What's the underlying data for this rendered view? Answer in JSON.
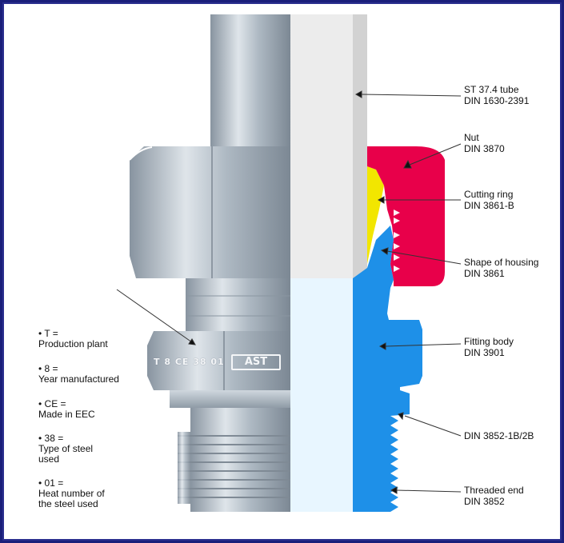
{
  "labels": {
    "tube": {
      "line1": "ST 37.4 tube",
      "line2": "DIN 1630-2391"
    },
    "nut": {
      "line1": "Nut",
      "line2": "DIN 3870"
    },
    "ring": {
      "line1": "Cutting ring",
      "line2": "DIN 3861-B"
    },
    "housing": {
      "line1": "Shape of housing",
      "line2": "DIN 3861"
    },
    "body": {
      "line1": "Fitting body",
      "line2": "DIN 3901"
    },
    "din3852": {
      "line1": "DIN 3852-1B/2B"
    },
    "threaded": {
      "line1": "Threaded end",
      "line2": "DIN 3852"
    }
  },
  "legend": [
    {
      "code": "• T =",
      "desc": [
        "Production plant"
      ]
    },
    {
      "code": "• 8 =",
      "desc": [
        "Year manufactured"
      ]
    },
    {
      "code": "• CE =",
      "desc": [
        "Made in EEC"
      ]
    },
    {
      "code": "• 38 =",
      "desc": [
        "Type of steel",
        "used"
      ]
    },
    {
      "code": "• 01 =",
      "desc": [
        "Heat number of",
        "the steel used"
      ]
    }
  ],
  "marking": {
    "stamp": "T 8 CE 38 01",
    "logo": "AST"
  },
  "colors": {
    "nut": "#e8004a",
    "cutting_ring": "#f2e600",
    "fitting_body": "#1e90e8",
    "tube": "#ececec",
    "tube_bore": "#e8f6ff",
    "steel": "#b9c4ce",
    "frame": "#2b2f8f"
  }
}
